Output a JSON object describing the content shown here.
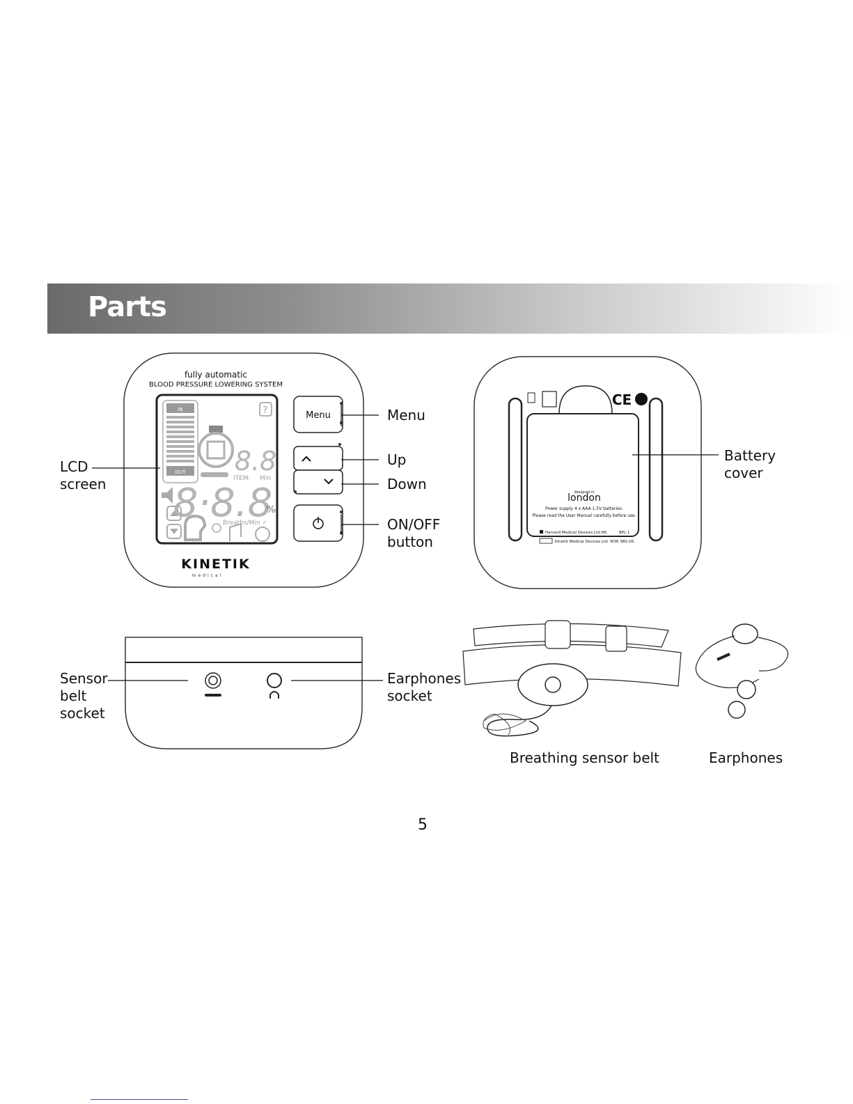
{
  "section_title": "Parts",
  "front_panel": {
    "subtitle_line1": "fully automatic",
    "subtitle_line2": "BLOOD PRESSURE LOWERING SYSTEM",
    "lcd": {
      "in_label": "IN",
      "out_label": "OUT",
      "big_digits": "8.8",
      "item_label": "ITEM:",
      "min_label": "Min",
      "main_digits": "8·8.8",
      "percent": "%",
      "breaths_label": "Breaths/Min ✓",
      "help_glyph": "?"
    },
    "menu_button": "Menu",
    "brand_name": "KINETIK",
    "brand_sub": "medical"
  },
  "back_panel": {
    "designed_in": "designed in",
    "london": "london",
    "battery_note_1": "Power supply 4 x AAA 1.5V batteries.",
    "battery_note_2": "Please read the User Manual carefully before use.",
    "maker_line": "Harvard Medical Devices Ltd.HK.",
    "model": "BPL 1",
    "rep_line": "Kinetik Medical Devices Ltd. W36 3BS.UK.",
    "ce_mark": "CE"
  },
  "callouts": {
    "lcd_screen": [
      "LCD",
      "screen"
    ],
    "menu": "Menu",
    "up": "Up",
    "down": "Down",
    "onoff": [
      "ON/OFF",
      "button"
    ],
    "battery_cover": [
      "Battery",
      "cover"
    ],
    "sensor_belt_socket": [
      "Sensor",
      "belt",
      "socket"
    ],
    "earphones_socket": [
      "Earphones",
      "socket"
    ]
  },
  "captions": {
    "belt": "Breathing sensor belt",
    "earphones": "Earphones"
  },
  "page_number": "5"
}
